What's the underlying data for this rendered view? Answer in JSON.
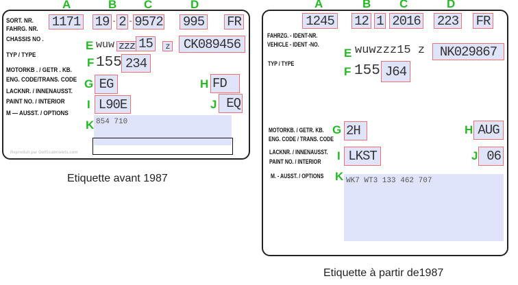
{
  "colors": {
    "letter": "#22bb22",
    "box_border": "#f07070",
    "box_fill": "#dfe4fa"
  },
  "old": {
    "caption": "Etiquette avant 1987",
    "labels": [
      "SORT. NR.",
      "FAHRG. NR.",
      "CHASSIS NO .",
      "TYP / TYPE",
      "MOTORKB . / GETR . KB.",
      "ENG. CODE/TRANS. CODE",
      "LACKNR. / INNENAUSST.",
      "PAINT NO. / INTERIOR",
      "M — AUSST. / OPTIONS"
    ],
    "watermark": "Reproduit par Golf1cabriolets.com",
    "letters": {
      "A": "A",
      "B": "B",
      "C": "C",
      "D": "D",
      "E": "E",
      "F": "F",
      "G": "G",
      "H": "H",
      "I": "I",
      "J": "J",
      "K": "K"
    },
    "A": "1171",
    "B": "19",
    "B2": "2",
    "C": "9572",
    "D": "995",
    "country": "FR",
    "E_prefix": "wuw",
    "E_zzz": "zzz",
    "E_15": "15",
    "E_z": "z",
    "E_serial": "CK089456",
    "F_prefix": "155",
    "F": "234",
    "G": "EG",
    "H": "FD",
    "I": "L90E",
    "J": "EQ",
    "K": "854 710",
    "dash": "-"
  },
  "new": {
    "caption": "Etiquette à partir de1987",
    "labels": [
      "FAHRZG. - IDENT-NR.",
      "VEHICLE - IDENT -NO.",
      "TYP / TYPE",
      "MOTORKB. / GETR. KB.",
      "ENG. CODE / TRANS. CODE",
      "LACKNR. / INNENAUSST.",
      "PAINT NO. / INTERIOR",
      "M. - AUSST. / OPTIONS"
    ],
    "A": "1245",
    "B": "12",
    "B2": "1",
    "C": "2016",
    "D": "223",
    "country": "FR",
    "E_prefix": "wuwzzz15 z",
    "E_serial": "NK029867",
    "F_prefix": "155",
    "F": "J64",
    "G": "2H",
    "H": "AUG",
    "I": "LKST",
    "J": "06",
    "K": "WK7 WT3 133 462 707"
  }
}
